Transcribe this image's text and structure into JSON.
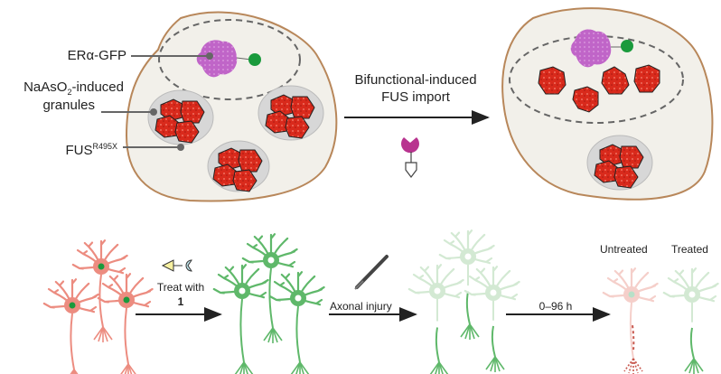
{
  "top_panel": {
    "labels": {
      "er_gfp": "ERα-GFP",
      "granules_line1_prefix": "NaAsO",
      "granules_line1_sub": "2",
      "granules_line1_suffix": "-induced",
      "granules_line2": "granules",
      "fus_base": "FUS",
      "fus_sup": "R495X"
    },
    "arrow_label_line1": "Bifunctional-induced",
    "arrow_label_line2": "FUS import"
  },
  "bottom_panel": {
    "treat_line1": "Treat with",
    "treat_line2": "1",
    "axonal_injury": "Axonal injury",
    "time_label": "0–96 h",
    "untreated": "Untreated",
    "treated": "Treated"
  },
  "colors": {
    "cell_fill": "#f2f0ea",
    "cell_border": "#b8875a",
    "fus_red": "#d92a1c",
    "er_purple": "#c065c8",
    "gfp_green": "#1a9a3c",
    "neuron_pink": "#ec8c80",
    "neuron_green": "#5fb86a",
    "neuron_faint_green": "#d3e9d3",
    "neuron_faint_pink": "#f5cfca",
    "bifunctional_magenta": "#b8338f",
    "ligand_yellow": "#f7f0a0",
    "ligand_blue": "#bde3ea"
  }
}
